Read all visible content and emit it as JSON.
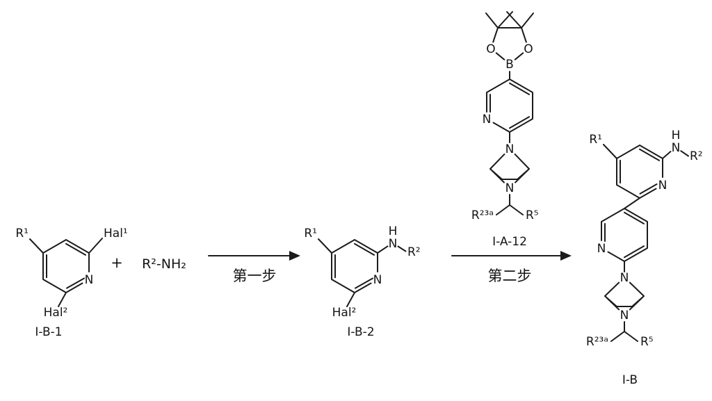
{
  "scheme": {
    "reactant": {
      "r1": "R¹",
      "hal1": "Hal¹",
      "hal2": "Hal²",
      "ring_n": "N",
      "label": "I-B-1"
    },
    "plus": "+",
    "amine_reagent": "R²-NH₂",
    "step1_label": "第一步",
    "step2_label": "第二步",
    "intermediate": {
      "r1": "R¹",
      "h": "H",
      "amine_n": "N",
      "r2": "R²",
      "ring_n": "N",
      "hal2": "Hal²",
      "label": "I-B-2"
    },
    "boronate": {
      "o_left": "O",
      "o_right": "O",
      "b": "B",
      "ring_n": "N",
      "n_top": "N",
      "n_bottom": "N",
      "r23a": "R²³ᵃ",
      "r5": "R⁵",
      "label": "I-A-12"
    },
    "product": {
      "r1": "R¹",
      "h": "H",
      "amine_n": "N",
      "r2": "R²",
      "ring1_n": "N",
      "ring2_n": "N",
      "n_top": "N",
      "n_bottom": "N",
      "r23a": "R²³ᵃ",
      "r5": "R⁵",
      "label": "I-B"
    }
  }
}
